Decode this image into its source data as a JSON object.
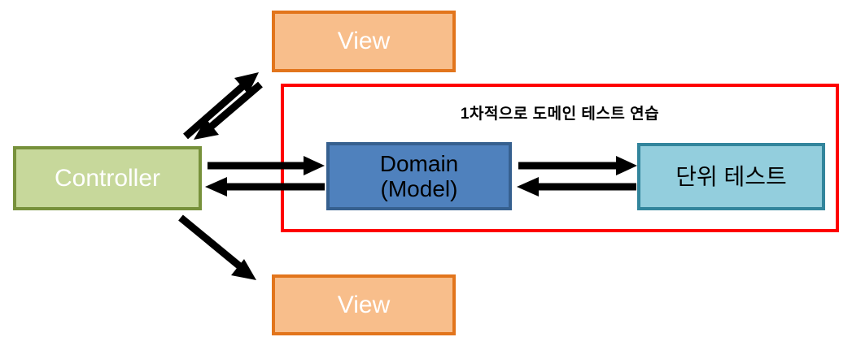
{
  "diagram": {
    "title_caption": "1차적으로 도메인 테스트 연습",
    "nodes": {
      "view_top": {
        "label": "View",
        "fill": "#F8BE8B",
        "border": "#E2751C",
        "text_color": "#FFFFFF"
      },
      "view_bottom": {
        "label": "View",
        "fill": "#F8BE8B",
        "border": "#E2751C",
        "text_color": "#FFFFFF"
      },
      "controller": {
        "label": "Controller",
        "fill": "#C7D89B",
        "border": "#77913B",
        "text_color": "#FFFFFF"
      },
      "domain": {
        "label": "Domain\n(Model)",
        "fill": "#4F81BD",
        "border": "#36608F",
        "text_color": "#000000"
      },
      "unit_test": {
        "label": "단위 테스트",
        "fill": "#93CEDD",
        "border": "#32859C",
        "text_color": "#000000"
      }
    },
    "group": {
      "accent_color": "#FE0000",
      "caption": "1차적으로 도메인 테스트 연습"
    },
    "edges": [
      {
        "name": "controller-to-view-top",
        "from": "controller",
        "to": "view_top",
        "direction": "up-right",
        "style": "solid-arrow"
      },
      {
        "name": "view-top-to-controller",
        "from": "view_top",
        "to": "controller",
        "direction": "down-left",
        "style": "solid-arrow"
      },
      {
        "name": "controller-to-domain",
        "from": "controller",
        "to": "domain",
        "direction": "right",
        "style": "solid-arrow"
      },
      {
        "name": "domain-to-controller",
        "from": "domain",
        "to": "controller",
        "direction": "left",
        "style": "solid-arrow"
      },
      {
        "name": "domain-to-unit-test",
        "from": "domain",
        "to": "unit_test",
        "direction": "right",
        "style": "solid-arrow"
      },
      {
        "name": "unit-test-to-domain",
        "from": "unit_test",
        "to": "domain",
        "direction": "left",
        "style": "solid-arrow"
      },
      {
        "name": "controller-to-view-bottom",
        "from": "controller",
        "to": "view_bottom",
        "direction": "down-right",
        "style": "solid-arrow"
      }
    ]
  }
}
